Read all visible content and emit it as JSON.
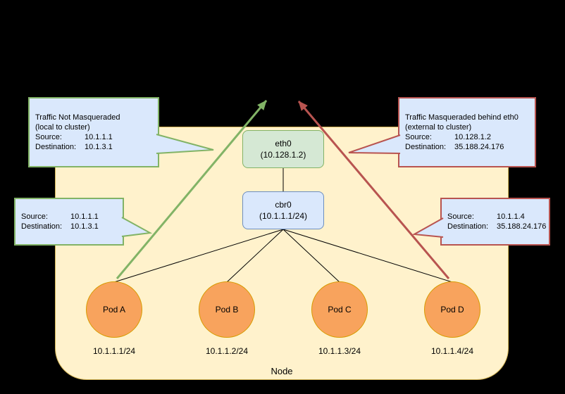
{
  "node": {
    "label": "Node"
  },
  "interfaces": {
    "eth0": {
      "name": "eth0",
      "ip": "(10.128.1.2)"
    },
    "cbr0": {
      "name": "cbr0",
      "ip": "(10.1.1.1/24)"
    }
  },
  "pods": [
    {
      "name": "Pod A",
      "subnet": "10.1.1.1/24"
    },
    {
      "name": "Pod B",
      "subnet": "10.1.1.2/24"
    },
    {
      "name": "Pod C",
      "subnet": "10.1.1.3/24"
    },
    {
      "name": "Pod D",
      "subnet": "10.1.1.4/24"
    }
  ],
  "callouts": {
    "not_masqueraded": {
      "title": "Traffic Not Masqueraded",
      "subtitle": "(local to cluster)",
      "source_label": "Source:",
      "source": "10.1.1.1",
      "destination_label": "Destination:",
      "destination": "10.1.3.1"
    },
    "local_packet": {
      "source_label": "Source:",
      "source": "10.1.1.1",
      "destination_label": "Destination:",
      "destination": "10.1.3.1"
    },
    "masqueraded": {
      "title": "Traffic Masqueraded behind eth0",
      "subtitle": "(external to cluster)",
      "source_label": "Source:",
      "source": "10.128.1.2",
      "destination_label": "Destination:",
      "destination": "35.188.24.176"
    },
    "external_packet": {
      "source_label": "Source:",
      "source": "10.1.1.4",
      "destination_label": "Destination:",
      "destination": "35.188.24.176"
    }
  },
  "colors": {
    "node_fill": "#FFF2CC",
    "node_border": "#D6B656",
    "eth0_fill": "#D5E8D4",
    "eth0_border": "#82B366",
    "cbr0_fill": "#DAE8FC",
    "cbr0_border": "#6C8EBF",
    "pod_fill": "#F8A35D",
    "pod_border": "#D79B00",
    "callout_fill": "#DAE8FC",
    "green_arrow": "#82B366",
    "red_arrow": "#B85450",
    "background": "#000000"
  }
}
